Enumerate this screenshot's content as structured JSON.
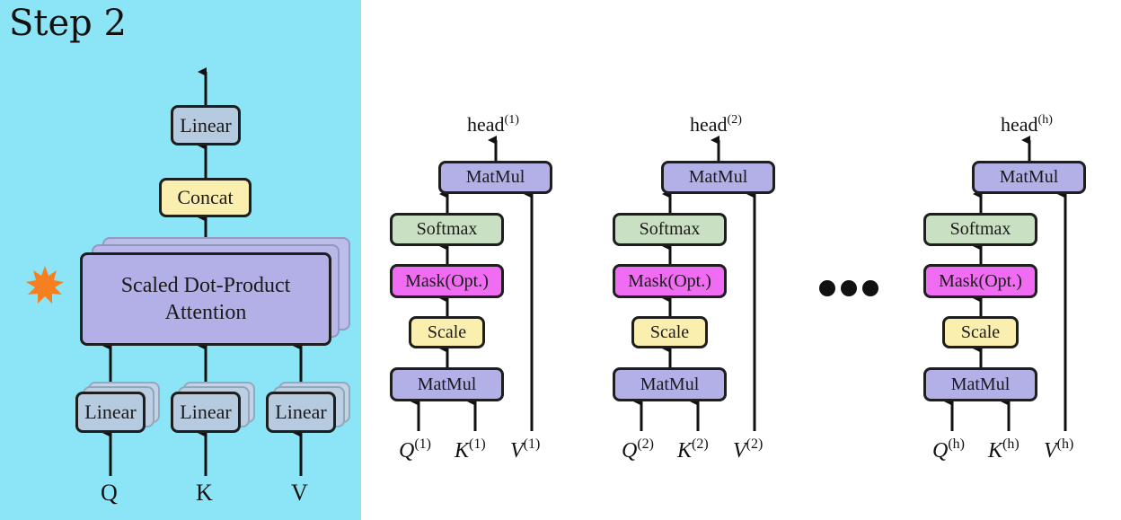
{
  "step": {
    "title": "Step 2"
  },
  "colors": {
    "panel": "#8ce5f6",
    "linear": "#b6cbe0",
    "concat": "#fbefb0",
    "attention": "#b2b0e6",
    "matmul": "#b2b0e6",
    "softmax": "#c9e0c2",
    "mask": "#f06cf2",
    "scale": "#fbefb0",
    "star": "#f6801f"
  },
  "left": {
    "out_linear": "Linear",
    "concat": "Concat",
    "attention_line1": "Scaled Dot-Product",
    "attention_line2": "Attention",
    "in_linears": [
      "Linear",
      "Linear",
      "Linear"
    ],
    "inputs": [
      "Q",
      "K",
      "V"
    ],
    "marker_icon": "star-burst-icon"
  },
  "heads": [
    {
      "head_label": "head",
      "index": "(1)",
      "matmul_top": "MatMul",
      "softmax": "Softmax",
      "mask": "Mask(Opt.)",
      "scale": "Scale",
      "matmul_bottom": "MatMul",
      "q": "Q",
      "k": "K",
      "v": "V",
      "q_idx": "(1)",
      "k_idx": "(1)",
      "v_idx": "(1)"
    },
    {
      "head_label": "head",
      "index": "(2)",
      "matmul_top": "MatMul",
      "softmax": "Softmax",
      "mask": "Mask(Opt.)",
      "scale": "Scale",
      "matmul_bottom": "MatMul",
      "q": "Q",
      "k": "K",
      "v": "V",
      "q_idx": "(2)",
      "k_idx": "(2)",
      "v_idx": "(2)"
    },
    {
      "head_label": "head",
      "index": "(h)",
      "matmul_top": "MatMul",
      "softmax": "Softmax",
      "mask": "Mask(Opt.)",
      "scale": "Scale",
      "matmul_bottom": "MatMul",
      "q": "Q",
      "k": "K",
      "v": "V",
      "q_idx": "(h)",
      "k_idx": "(h)",
      "v_idx": "(h)"
    }
  ]
}
